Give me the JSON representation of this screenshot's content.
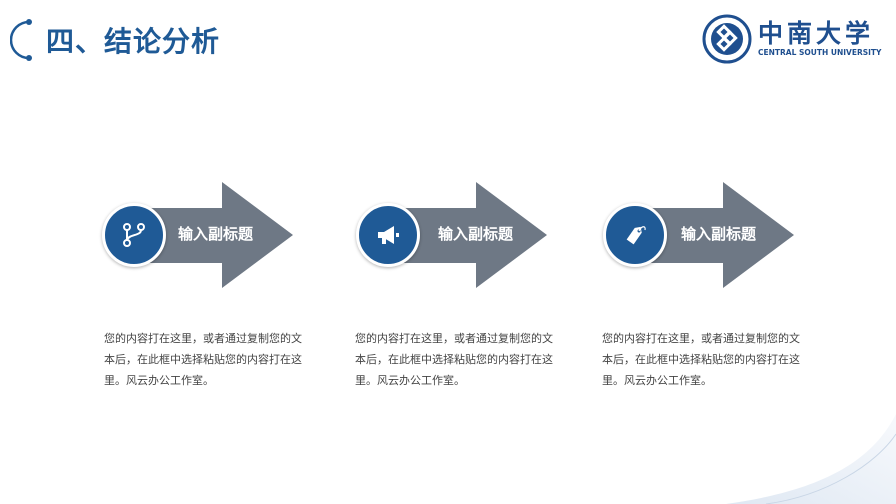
{
  "header": {
    "title": "四、结论分析"
  },
  "logo": {
    "name_cn": "中南大学",
    "name_en": "CENTRAL SOUTH UNIVERSITY"
  },
  "colors": {
    "primary": "#1f5a96",
    "arrow": "#6e7885"
  },
  "cards": [
    {
      "icon": "branch-icon",
      "subtitle": "输入副标题",
      "text": "您的内容打在这里，或者通过复制您的文本后，在此框中选择粘贴您的内容打在这里。风云办公工作室。"
    },
    {
      "icon": "megaphone-icon",
      "subtitle": "输入副标题",
      "text": "您的内容打在这里，或者通过复制您的文本后，在此框中选择粘贴您的内容打在这里。风云办公工作室。"
    },
    {
      "icon": "tag-icon",
      "subtitle": "输入副标题",
      "text": "您的内容打在这里，或者通过复制您的文本后，在此框中选择粘贴您的内容打在这里。风云办公工作室。"
    }
  ]
}
